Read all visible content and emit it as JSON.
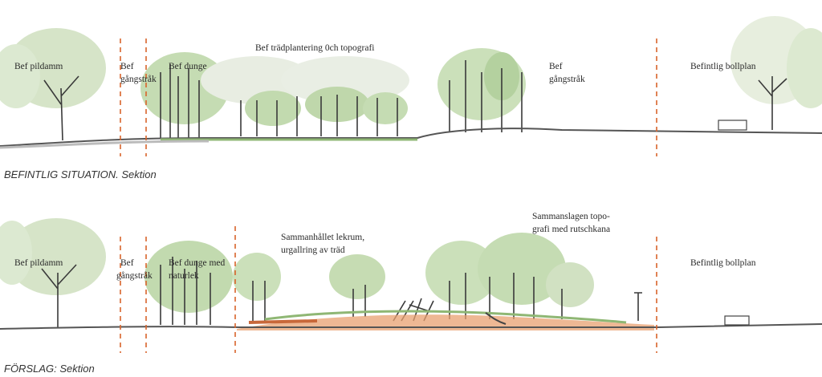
{
  "existing": {
    "caption": "BEFINTLIG SITUATION. Sektion",
    "labels": {
      "pond": "Bef pildamm",
      "path_left_1": "Bef",
      "path_left_2": "gångstråk",
      "grove": "Bef dunge",
      "planting": "Bef trädplantering 0ch topografi",
      "path_right_1": "Bef",
      "path_right_2": "gångstråk",
      "field": "Befintlig bollplan"
    }
  },
  "proposal": {
    "caption": "FÖRSLAG: Sektion",
    "labels": {
      "pond": "Bef pildamm",
      "path_1": "Bef",
      "path_2": "gångstråk",
      "grove_1": "Bef dunge med",
      "grove_2": "naturlek",
      "play_1": "Sammanhållet lekrum,",
      "play_2": "urgallring av träd",
      "topo_1": "Sammanslagen topo-",
      "topo_2": "grafi med rutschkana",
      "field": "Befintlig bollplan"
    }
  },
  "colors": {
    "foliage": "#c9dcb8",
    "foliage_dark": "#a9c893",
    "trunk": "#3a3a3a",
    "ground": "#555555",
    "dash": "#d9642b",
    "play_surface": "#e8a070"
  }
}
